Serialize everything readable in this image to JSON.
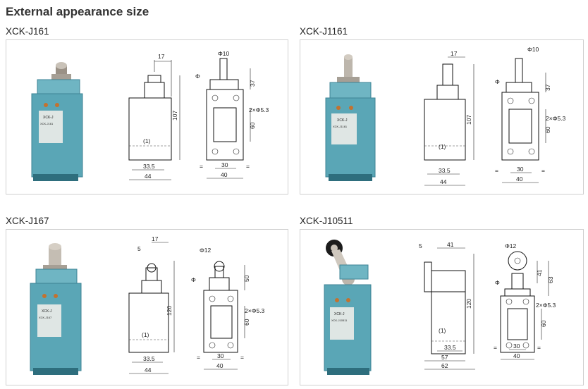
{
  "page": {
    "title": "External appearance size"
  },
  "colors": {
    "housing": "#5aa6b6",
    "housing_dark": "#3d8394",
    "metal": "#b9b2a8",
    "label": "#dfe6e4"
  },
  "panels": [
    {
      "model": "XCK-J161",
      "product_text": {
        "brand": "XCK-J",
        "line1": "XCK-J161"
      },
      "front": {
        "width_outer": "44",
        "width_inner": "33.5",
        "height": "107",
        "plunger_offset": "17",
        "note": "(1)"
      },
      "side": {
        "plunger_dia": "Φ10",
        "top_height": "37",
        "body_height": "60",
        "holes": "2×Φ5.3",
        "width_outer": "40",
        "width_inner": "30",
        "eq_left": "=",
        "eq_right": "=",
        "phi": "Φ"
      }
    },
    {
      "model": "XCK-J1161",
      "product_text": {
        "brand": "XCK-J",
        "line1": "XCK-J1161"
      },
      "front": {
        "width_outer": "44",
        "width_inner": "33.5",
        "height": "107",
        "plunger_offset": "17",
        "note": "(1)"
      },
      "side": {
        "plunger_dia": "Φ10",
        "top_height": "37",
        "body_height": "60",
        "holes": "2×Φ5.3",
        "width_outer": "40",
        "width_inner": "30",
        "eq_left": "=",
        "eq_right": "=",
        "phi": "Φ"
      }
    },
    {
      "model": "XCK-J167",
      "product_text": {
        "brand": "XCK-J",
        "line1": "XCK-J167"
      },
      "front": {
        "width_outer": "44",
        "width_inner": "33.5",
        "height": "120",
        "plunger_offset": "17",
        "left_offset": "5",
        "note": "(1)"
      },
      "side": {
        "plunger_dia": "Φ12",
        "top_height": "50",
        "body_height": "60",
        "holes": "2×Φ5.3",
        "width_outer": "40",
        "width_inner": "30",
        "eq_left": "=",
        "eq_right": "=",
        "phi": "Φ"
      }
    },
    {
      "model": "XCK-J10511",
      "product_text": {
        "brand": "XCK-J",
        "line1": "XCK-J10511"
      },
      "front": {
        "width_outer": "62",
        "width_mid": "57",
        "width_inner": "33.5",
        "height": "120",
        "plunger_offset": "41",
        "left_offset": "5",
        "note": "(1)"
      },
      "side": {
        "plunger_dia": "Φ12",
        "top_height": "41",
        "top_height2": "63",
        "body_height": "60",
        "holes": "2×Φ5.3",
        "width_outer": "40",
        "width_inner": "30",
        "eq_left": "=",
        "eq_right": "=",
        "phi": "Φ"
      }
    }
  ]
}
